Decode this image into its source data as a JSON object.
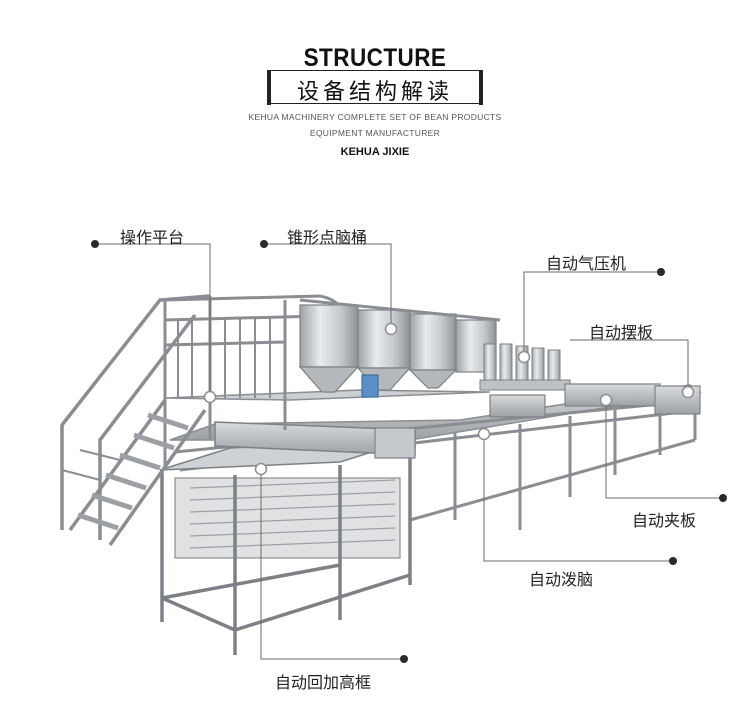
{
  "header": {
    "title": "STRUCTURE",
    "subtitle": "设备结构解读",
    "company_line1": "KEHUA MACHINERY COMPLETE SET OF BEAN PRODUCTS",
    "company_line2": "EQUIPMENT MANUFACTURER",
    "brand": "KEHUA JIXIE"
  },
  "callouts": {
    "operating_platform": "操作平台",
    "cone_tank": "锥形点脑桶",
    "auto_air_press": "自动气压机",
    "auto_swing_plate": "自动摆板",
    "auto_clamp_plate": "自动夹板",
    "auto_pouring": "自动泼脑",
    "auto_return_frame": "自动回加高框"
  },
  "colors": {
    "callout_line": "#6b6b6b",
    "dot": "#2a2a2a",
    "steel": "#b9bcc0",
    "steel_dark": "#7d8185"
  }
}
